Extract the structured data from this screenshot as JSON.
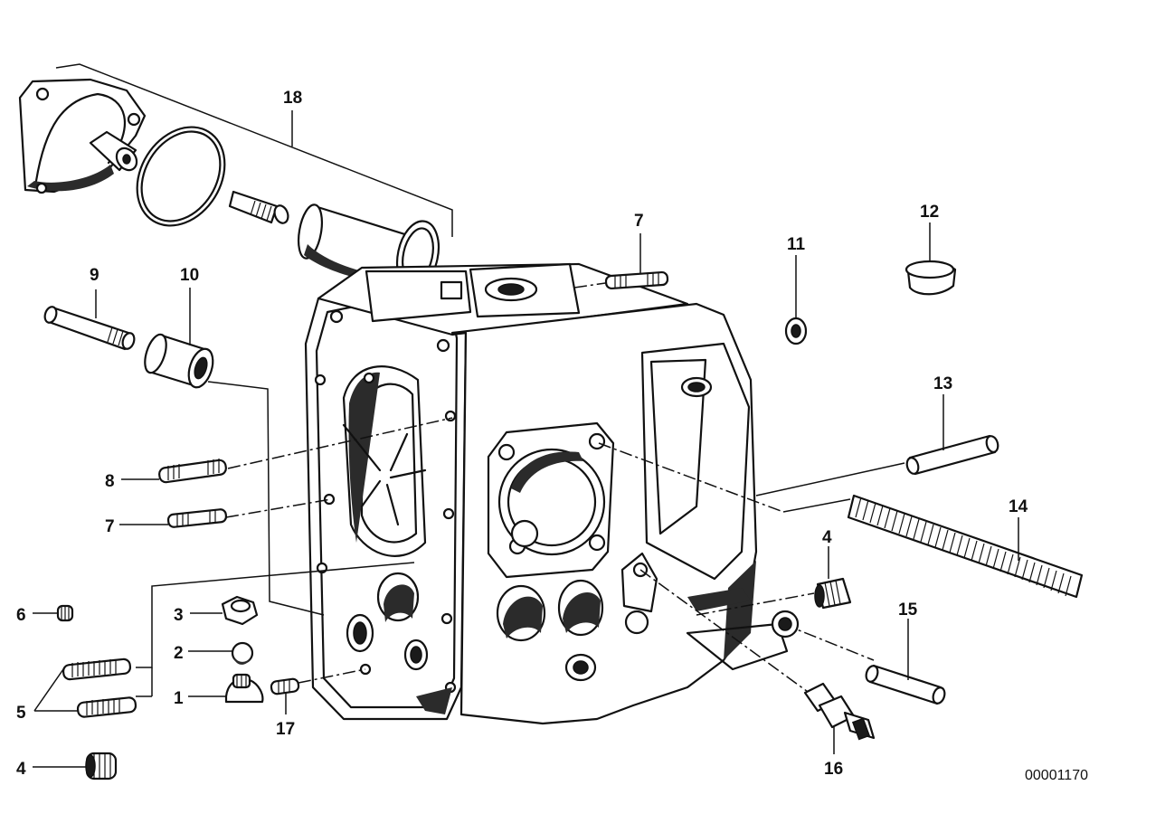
{
  "callouts": {
    "c1": "1",
    "c2": "2",
    "c3": "3",
    "c4a": "4",
    "c4b": "4",
    "c5": "5",
    "c6": "6",
    "c7a": "7",
    "c7b": "7",
    "c8": "8",
    "c9": "9",
    "c10": "10",
    "c11": "11",
    "c12": "12",
    "c13": "13",
    "c14": "14",
    "c15": "15",
    "c16": "16",
    "c17": "17",
    "c18": "18"
  },
  "drawing_number": "00001170",
  "colors": {
    "line": "#111111",
    "background": "#ffffff"
  }
}
